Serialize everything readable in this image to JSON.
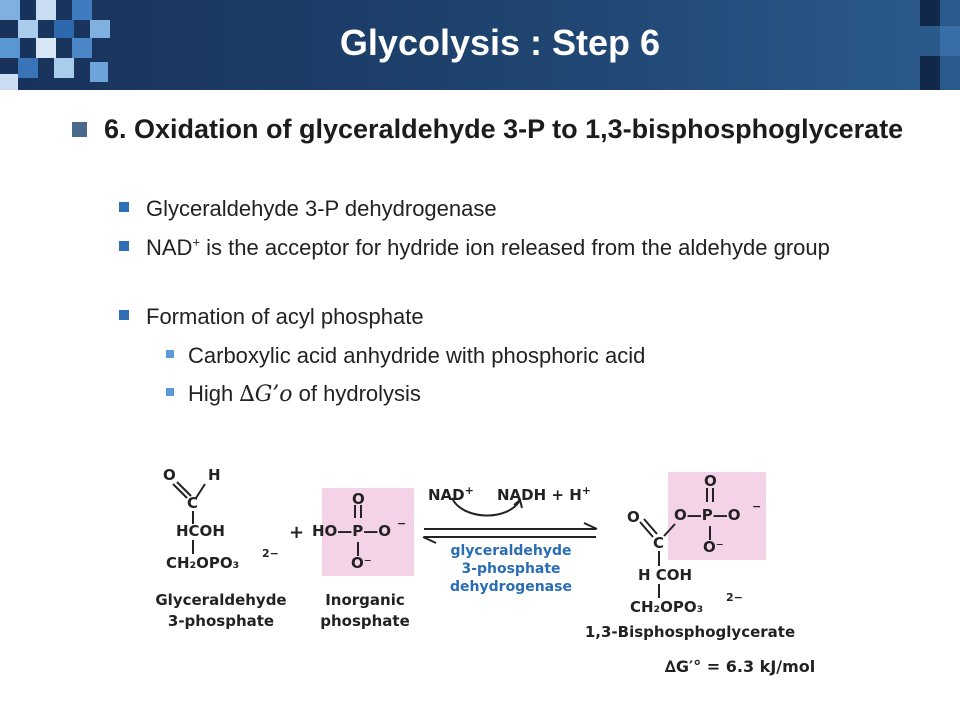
{
  "slide": {
    "title": "Glycolysis : Step 6",
    "bullet_main": "6. Oxidation of glyceraldehyde 3-P to 1,3-bisphosphoglycerate",
    "sub_bullets": {
      "enzyme": "Glyceraldehyde 3-P dehydrogenase",
      "nad_prefix": "NAD",
      "nad_sup": "+",
      "nad_rest": " is the acceptor for hydride ion released from the aldehyde group",
      "acyl": "Formation of acyl phosphate"
    },
    "sub_sub_bullets": {
      "anhydride": "Carboxylic acid anhydride with phosphoric acid",
      "high_prefix": "High ",
      "delta_g": "∆G’o",
      "high_suffix": " of hydrolysis"
    }
  },
  "figure": {
    "plus_sign": "+",
    "cofactors": {
      "nad": "NAD",
      "nad_charge": "+",
      "nadh": "NADH",
      "plus_h": "+ H",
      "h_charge": "+"
    },
    "enzyme_label": "glyceraldehyde\n3-phosphate\ndehydrogenase",
    "substrate_name": "Glyceraldehyde\n3-phosphate",
    "phosphate_name": "Inorganic\nphosphate",
    "product_name": "1,3-Bisphosphoglycerate",
    "delta_g_label": "∆G′° = 6.3 kJ/mol",
    "atoms": {
      "o": "O",
      "h": "H",
      "c": "C",
      "hcoh": "HCOH",
      "h_coh": "H COH",
      "ch2opo3": "CH₂OPO₃",
      "ch2opo3_charge": "2−",
      "ho_p_o": "HO—P—O",
      "o_p_o": "O—P—O",
      "p": "P",
      "o_minus": "O⁻",
      "minus": "−"
    },
    "colors": {
      "highlight": "#f4d3e8",
      "enzyme_text": "#2a6db4",
      "title_bar": "#1f4470"
    }
  }
}
